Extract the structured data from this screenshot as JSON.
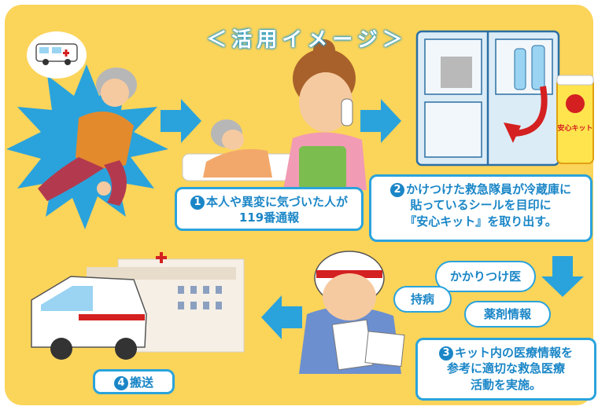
{
  "title": "＜活用イメージ＞",
  "steps": {
    "step1": {
      "num": "1",
      "text_line1": "本人や異変に気づいた人が",
      "text_line2": "119番通報"
    },
    "step2": {
      "num": "2",
      "text_line1": "かけつけた救急隊員が冷蔵庫に",
      "text_line2": "貼っているシールを目印に",
      "text_line3": "『安心キット』を取り出す。"
    },
    "step3": {
      "num": "3",
      "text_line1": "キット内の医療情報を",
      "text_line2": "参考に適切な救急医療",
      "text_line3": "活動を実施。"
    },
    "step4": {
      "num": "4",
      "text_line1": "搬送"
    }
  },
  "bubbles": {
    "doctor": "かかりつけ医",
    "chronic": "持病",
    "meds": "薬剤情報"
  },
  "kit": {
    "label": "安心キット"
  },
  "colors": {
    "background": "#fbd45a",
    "accent": "#2aa3dc",
    "text": "#1a86c7",
    "burst": "#2aa3dc"
  }
}
